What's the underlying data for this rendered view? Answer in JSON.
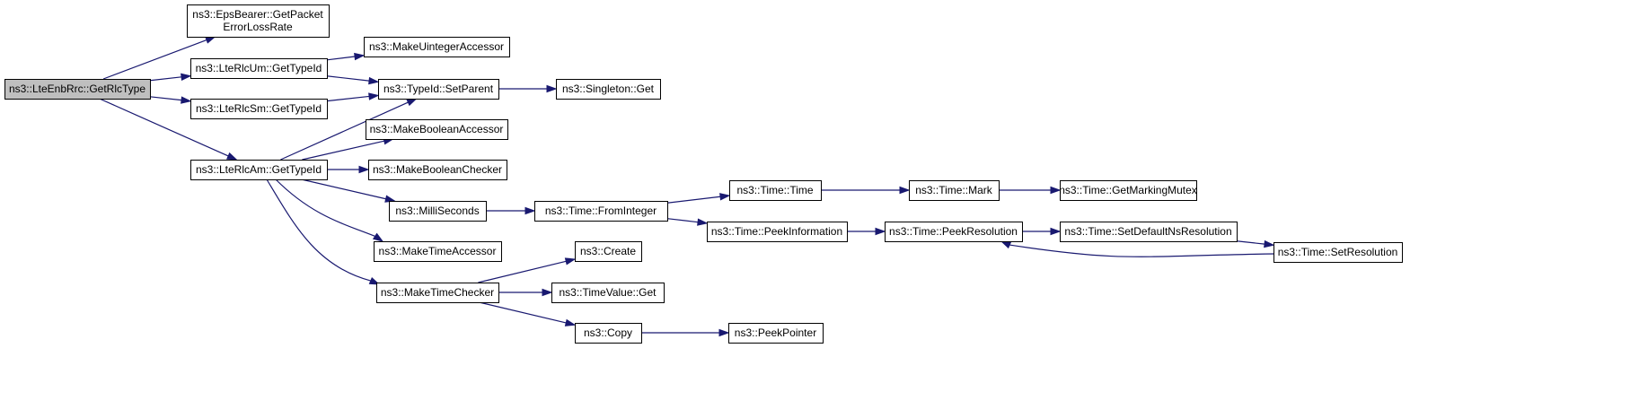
{
  "graph": {
    "nodes": [
      {
        "id": "root",
        "label": "ns3::LteEnbRrc::GetRlcType"
      },
      {
        "id": "eps",
        "label": "ns3::EpsBearer::GetPacket",
        "label2": "ErrorLossRate"
      },
      {
        "id": "rlcum",
        "label": "ns3::LteRlcUm::GetTypeId"
      },
      {
        "id": "rlcsm",
        "label": "ns3::LteRlcSm::GetTypeId"
      },
      {
        "id": "rlcam",
        "label": "ns3::LteRlcAm::GetTypeId"
      },
      {
        "id": "muint",
        "label": "ns3::MakeUintegerAccessor"
      },
      {
        "id": "setparent",
        "label": "ns3::TypeId::SetParent"
      },
      {
        "id": "singleton",
        "label": "ns3::Singleton::Get"
      },
      {
        "id": "mbacc",
        "label": "ns3::MakeBooleanAccessor"
      },
      {
        "id": "mbchk",
        "label": "ns3::MakeBooleanChecker"
      },
      {
        "id": "milli",
        "label": "ns3::MilliSeconds"
      },
      {
        "id": "mtacc",
        "label": "ns3::MakeTimeAccessor"
      },
      {
        "id": "mtchk",
        "label": "ns3::MakeTimeChecker"
      },
      {
        "id": "fromint",
        "label": "ns3::Time::FromInteger"
      },
      {
        "id": "timetime",
        "label": "ns3::Time::Time"
      },
      {
        "id": "peekinfo",
        "label": "ns3::Time::PeekInformation"
      },
      {
        "id": "mark",
        "label": "ns3::Time::Mark"
      },
      {
        "id": "getmm",
        "label": "ns3::Time::GetMarkingMutex"
      },
      {
        "id": "peekres",
        "label": "ns3::Time::PeekResolution"
      },
      {
        "id": "setdef",
        "label": "ns3::Time::SetDefaultNsResolution"
      },
      {
        "id": "setres",
        "label": "ns3::Time::SetResolution"
      },
      {
        "id": "create",
        "label": "ns3::Create"
      },
      {
        "id": "tvget",
        "label": "ns3::TimeValue::Get"
      },
      {
        "id": "copy",
        "label": "ns3::Copy"
      },
      {
        "id": "peekptr",
        "label": "ns3::PeekPointer"
      }
    ],
    "edges": [
      {
        "from": "root",
        "to": "eps"
      },
      {
        "from": "root",
        "to": "rlcum"
      },
      {
        "from": "root",
        "to": "rlcsm"
      },
      {
        "from": "root",
        "to": "rlcam"
      },
      {
        "from": "rlcum",
        "to": "muint"
      },
      {
        "from": "rlcum",
        "to": "setparent"
      },
      {
        "from": "rlcsm",
        "to": "setparent"
      },
      {
        "from": "rlcam",
        "to": "setparent"
      },
      {
        "from": "setparent",
        "to": "singleton"
      },
      {
        "from": "rlcam",
        "to": "mbacc"
      },
      {
        "from": "rlcam",
        "to": "mbchk"
      },
      {
        "from": "rlcam",
        "to": "milli"
      },
      {
        "from": "rlcam",
        "to": "mtacc"
      },
      {
        "from": "rlcam",
        "to": "mtchk"
      },
      {
        "from": "milli",
        "to": "fromint"
      },
      {
        "from": "fromint",
        "to": "timetime"
      },
      {
        "from": "fromint",
        "to": "peekinfo"
      },
      {
        "from": "timetime",
        "to": "mark"
      },
      {
        "from": "mark",
        "to": "getmm"
      },
      {
        "from": "peekinfo",
        "to": "peekres"
      },
      {
        "from": "peekres",
        "to": "setdef"
      },
      {
        "from": "setdef",
        "to": "setres"
      },
      {
        "from": "setres",
        "to": "peekres"
      },
      {
        "from": "mtchk",
        "to": "create"
      },
      {
        "from": "mtchk",
        "to": "tvget"
      },
      {
        "from": "mtchk",
        "to": "copy"
      },
      {
        "from": "copy",
        "to": "peekptr"
      }
    ]
  }
}
